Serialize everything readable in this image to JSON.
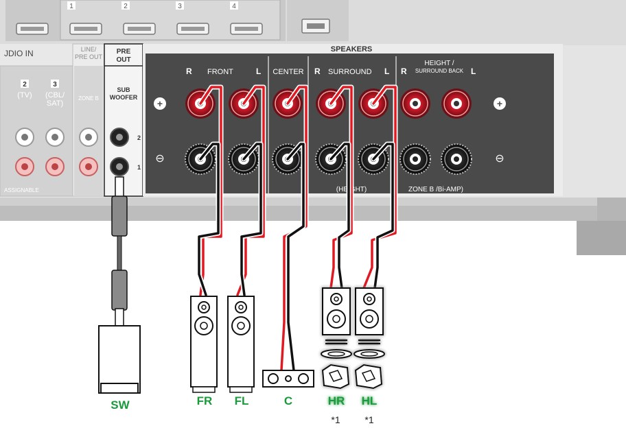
{
  "receiver": {
    "hdmi_numbers": [
      "1",
      "2",
      "3",
      "4"
    ],
    "audio_in_label": "JDIO IN",
    "input_2_number": "2",
    "input_2_name": "(TV)",
    "input_3_number": "3",
    "input_3_name_line1": "(CBL/",
    "input_3_name_line2": "SAT)",
    "assignable_label": "ASSIGNABLE",
    "line_pre_out_line1": "LINE/",
    "line_pre_out_line2": "PRE OUT",
    "zone_b_label": "ZONE B",
    "pre_out_line1": "PRE",
    "pre_out_line2": "OUT",
    "sub_woofer_line1": "SUB",
    "sub_woofer_line2": "WOOFER",
    "sub_jack_2": "2",
    "sub_jack_1": "1"
  },
  "speaker_panel": {
    "title": "SPEAKERS",
    "front_r": "R",
    "front_label": "FRONT",
    "front_l": "L",
    "center_label": "CENTER",
    "surround_r": "R",
    "surround_label": "SURROUND",
    "surround_l": "L",
    "height_r": "R",
    "height_label_line1": "HEIGHT /",
    "height_label_line2": "SURROUND BACK",
    "height_l": "L",
    "plus_symbol": "+",
    "minus_symbol": "⊖",
    "height_note": "(HEIGHT)",
    "zone_b_note": "ZONE B /Bi-AMP)"
  },
  "speakers": [
    {
      "id": "sw",
      "label": "SW"
    },
    {
      "id": "fr",
      "label": "FR"
    },
    {
      "id": "fl",
      "label": "FL"
    },
    {
      "id": "c",
      "label": "C"
    },
    {
      "id": "hr",
      "label": "HR"
    },
    {
      "id": "hl",
      "label": "HL"
    }
  ],
  "footnotes": [
    "*1",
    "*1"
  ],
  "colors": {
    "panel": "#4a4a4a",
    "chassis": "#d9d9d9",
    "terminal_red": "#c8102e",
    "wire_red": "#e01a22",
    "label_green": "#1a9a3c"
  }
}
